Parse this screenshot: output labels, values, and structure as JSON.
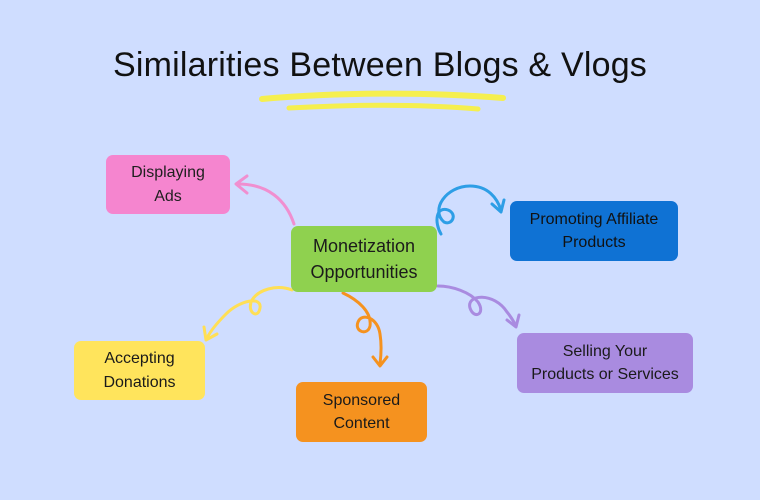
{
  "title": "Similarities Between Blogs & Vlogs",
  "colors": {
    "background": "#cfddff",
    "highlight": "#f5ef4f",
    "center": "#8fd14f",
    "ads": "#f585cf",
    "affiliate": "#0f72d4",
    "selling": "#a98be0",
    "donations": "#ffe45c",
    "sponsored": "#f5921f"
  },
  "center_node": {
    "line1": "Monetization",
    "line2": "Opportunities"
  },
  "nodes": {
    "ads": {
      "line1": "Displaying",
      "line2": "Ads"
    },
    "affiliate": {
      "line1": "Promoting Affiliate",
      "line2": "Products"
    },
    "selling": {
      "line1": "Selling Your",
      "line2": "Products or Services"
    },
    "donations": {
      "line1": "Accepting",
      "line2": "Donations"
    },
    "sponsored": {
      "line1": "Sponsored",
      "line2": "Content"
    }
  }
}
